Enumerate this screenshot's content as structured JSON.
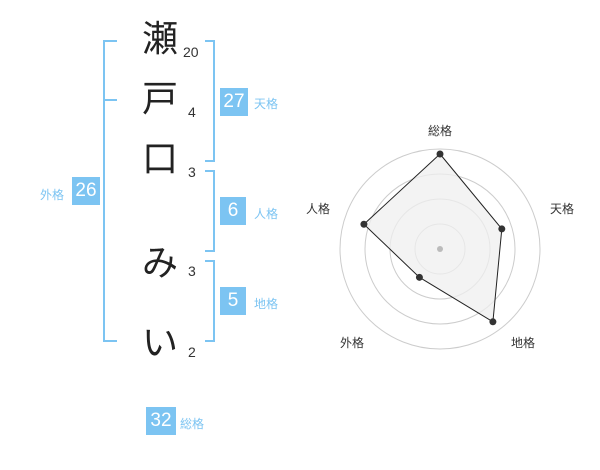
{
  "name": {
    "chars": [
      {
        "char": "瀬",
        "strokes": "20"
      },
      {
        "char": "戸",
        "strokes": "4"
      },
      {
        "char": "口",
        "strokes": "3"
      },
      {
        "char": "み",
        "strokes": "3"
      },
      {
        "char": "い",
        "strokes": "2"
      }
    ]
  },
  "fortunes": {
    "tenkaku": {
      "label": "天格",
      "value": "27"
    },
    "jinkaku": {
      "label": "人格",
      "value": "6"
    },
    "chikaku": {
      "label": "地格",
      "value": "5"
    },
    "gaikaku": {
      "label": "外格",
      "value": "26"
    },
    "soukaku": {
      "label": "総格",
      "value": "32"
    }
  },
  "colors": {
    "accent": "#7cc4f2",
    "text": "#222222",
    "radar_fill": "#efefef",
    "radar_ring": "#cccccc",
    "radar_point": "#333333"
  },
  "chart_data": {
    "type": "radar",
    "axes": [
      "総格",
      "天格",
      "地格",
      "外格",
      "人格"
    ],
    "values": [
      0.95,
      0.65,
      0.9,
      0.35,
      0.8
    ],
    "rings": 4
  }
}
